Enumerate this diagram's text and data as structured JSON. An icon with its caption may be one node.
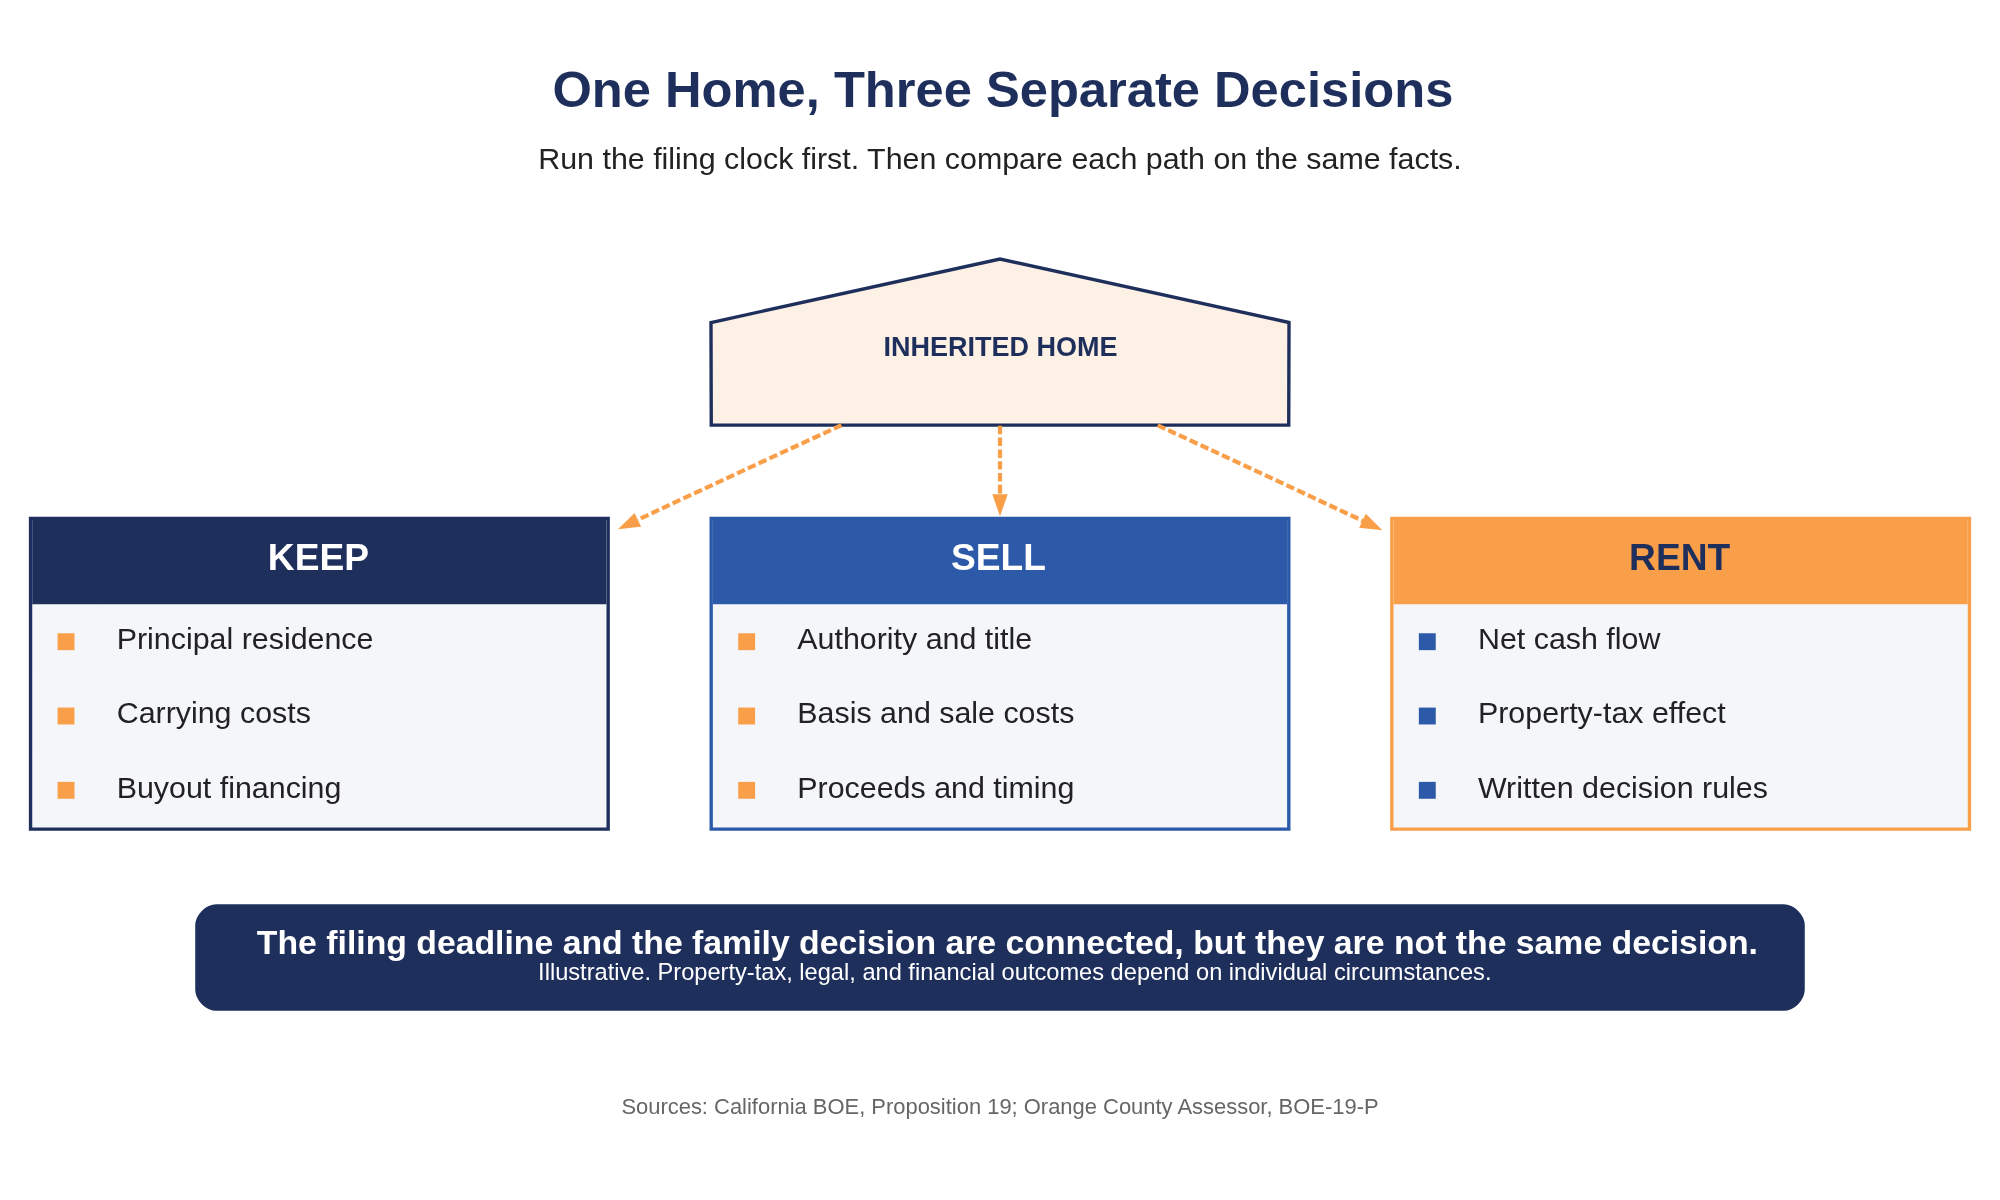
{
  "diagram": {
    "title": "One Home, Three Separate Decisions",
    "nodes": [
      {
        "text": [
          "INHERITED HOME"
        ]
      },
      {
        "text": [
          "KEEP",
          "Principal residence",
          "Carrying costs",
          "Buyout financing"
        ]
      },
      {
        "text": [
          "SELL",
          "Authority and title",
          "Basis and sale costs",
          "Proceeds and timing"
        ]
      },
      {
        "text": [
          "RENT",
          "Net cash flow",
          "Property-tax effect",
          "Written decision rules"
        ]
      },
      {
        "text": [
          "The filing deadline and the family decision are connected, but they are not the same decision.",
          "Illustrative. Property-tax, legal, and financial outcomes depend on individual circumstances."
        ]
      }
    ],
    "edges": [
      {
        "from": 0,
        "to": 1,
        "arrow": "to",
        "style": "dashed"
      },
      {
        "from": 0,
        "to": 2,
        "arrow": "to",
        "style": "dashed"
      },
      {
        "from": 0,
        "to": 3,
        "arrow": "to",
        "style": "dashed"
      }
    ],
    "labels": [
      "Run the filing clock first. Then compare each path on the same facts.",
      "Sources: California BOE, Proposition 19; Orange County Assessor, BOE-19-P"
    ]
  }
}
